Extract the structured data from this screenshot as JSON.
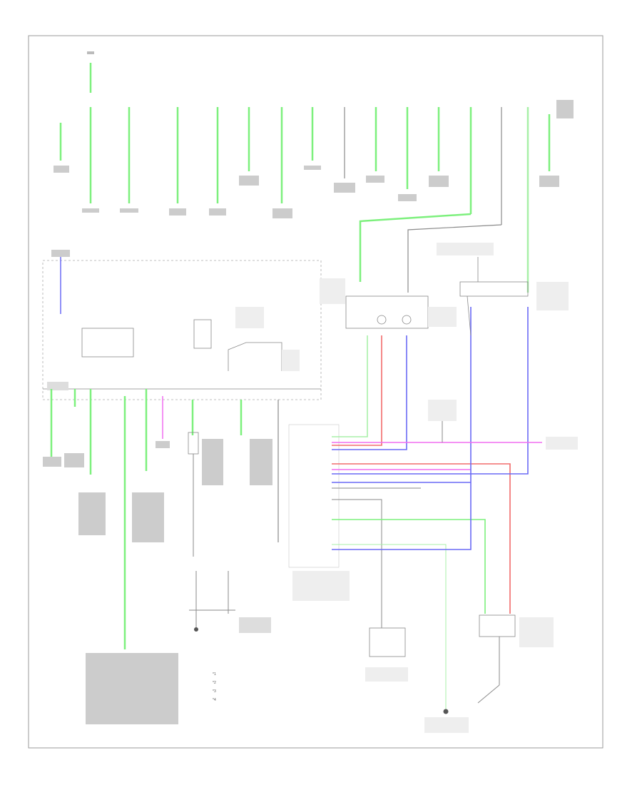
{
  "diagram": {
    "page_id": "",
    "legend": [
      {
        "symbol": "*1",
        "text": ""
      },
      {
        "symbol": "*2",
        "text": ""
      },
      {
        "symbol": "*3",
        "text": ""
      },
      {
        "symbol": "*4",
        "text": ""
      }
    ],
    "colors": {
      "frame": "#999999",
      "wire_dark": "#8a8a8a",
      "wire_green": "#7df07d",
      "wire_blue": "#6a6af5",
      "wire_red": "#f26b6b",
      "wire_pink": "#f06ef0",
      "wire_lightgreen": "#a8f0a8"
    }
  }
}
